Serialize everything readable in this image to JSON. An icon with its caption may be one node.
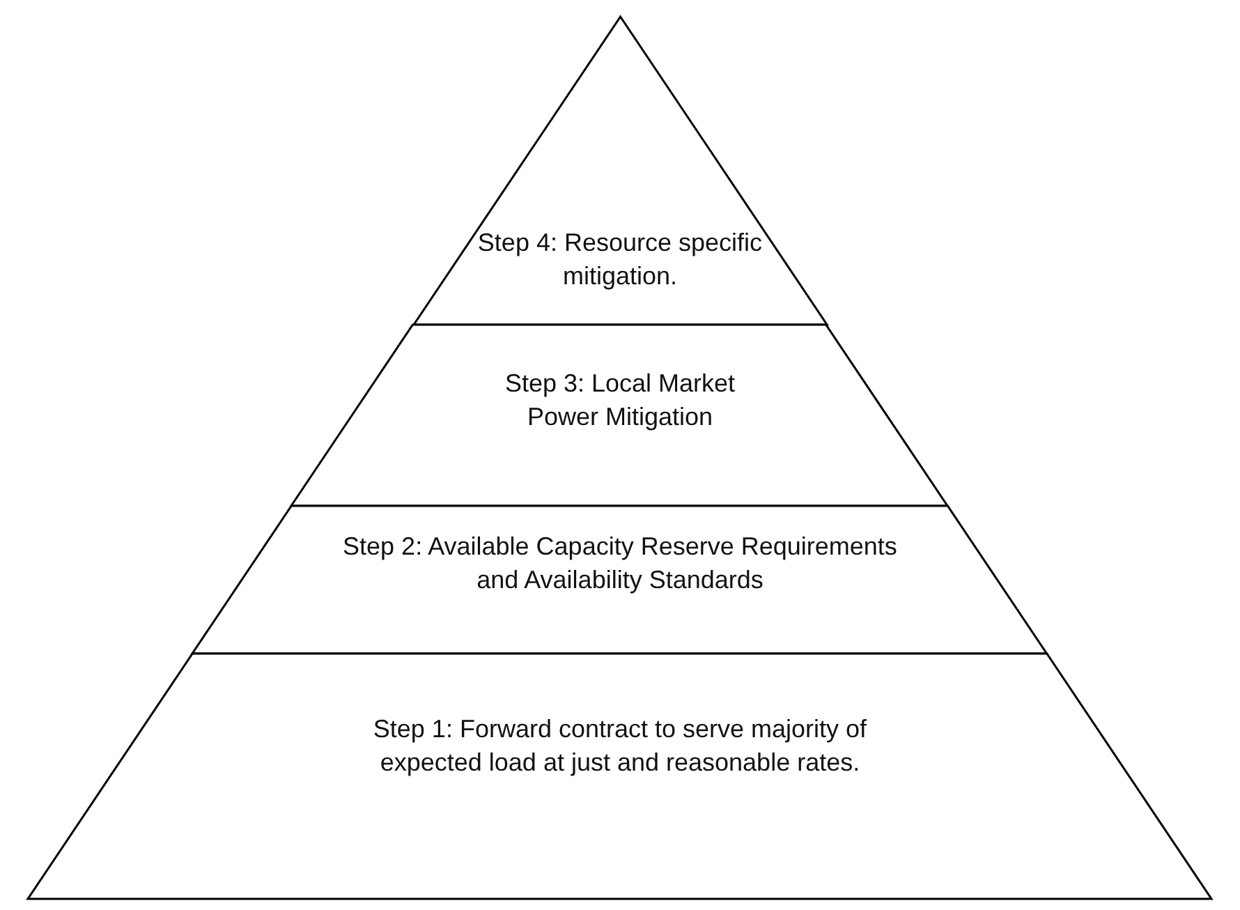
{
  "diagram": {
    "nodes": [
      {
        "text": [
          "Step 4: Resource specific mitigation."
        ]
      },
      {
        "text": [
          "Step 3: Local Market Power Mitigation"
        ]
      },
      {
        "text": [
          "Step 2: Available Capacity Reserve Requirements and Availability Standards"
        ]
      },
      {
        "text": [
          "Step 1: Forward contract to serve majority of expected load at just and reasonable rates."
        ]
      }
    ]
  }
}
